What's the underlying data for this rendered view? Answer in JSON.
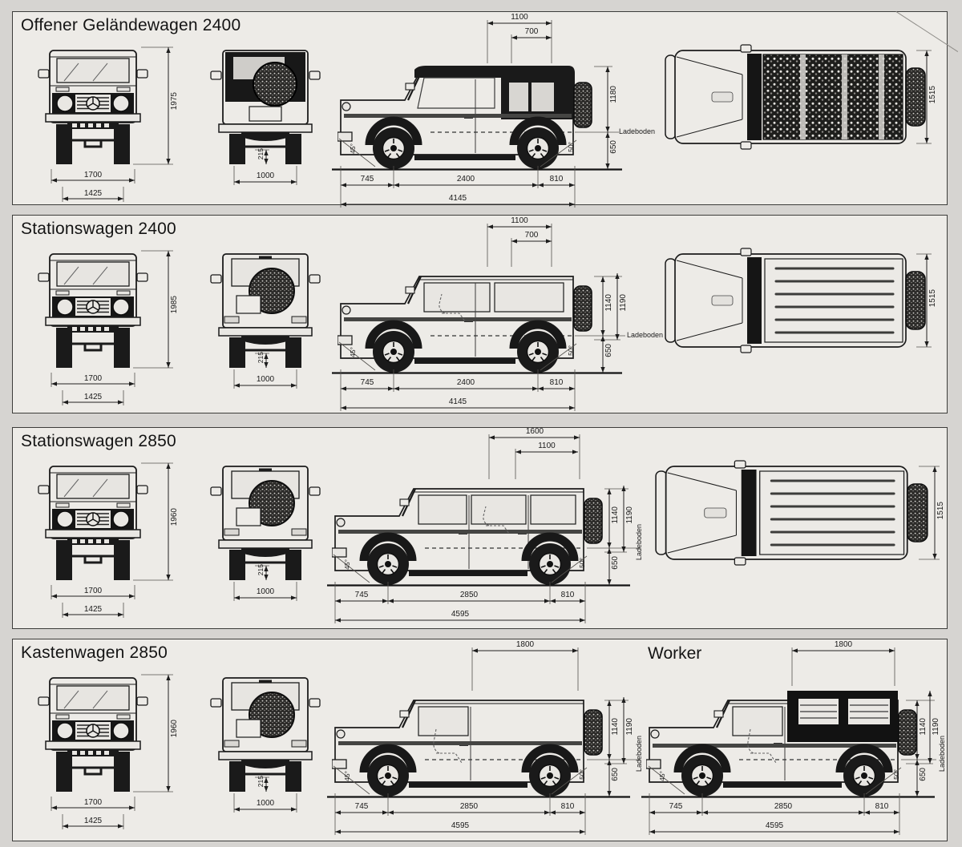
{
  "document": {
    "background": "#d6d4d1",
    "panel_background": "#edebe7",
    "line_color": "#1b1b1b"
  },
  "panels": [
    {
      "title": "Offener Geländewagen 2400",
      "front_view": {
        "overall_height": "1975",
        "track_width": "1700",
        "inner_width": "1425"
      },
      "rear_view": {
        "ground_clearance": "215",
        "track": "1000"
      },
      "side_view": {
        "roof_length_outer": "1100",
        "roof_length_inner": "700",
        "rear_body_height": "1180",
        "ladeboden_label": "Ladeboden",
        "load_floor_height": "650",
        "front_overhang": "745",
        "wheelbase": "2400",
        "rear_overhang": "810",
        "overall_length": "4145",
        "approach_angle": "45°",
        "departure_angle": "50°"
      },
      "top_view": {
        "body_width": "1515"
      }
    },
    {
      "title": "Stationswagen 2400",
      "front_view": {
        "overall_height": "1985",
        "track_width": "1700",
        "inner_width": "1425"
      },
      "rear_view": {
        "ground_clearance": "215",
        "track": "1000"
      },
      "side_view": {
        "roof_length_outer": "1100",
        "roof_length_inner": "700",
        "interior_height": "1140",
        "rear_body_height": "1190",
        "ladeboden_label": "Ladeboden",
        "load_floor_height": "650",
        "front_overhang": "745",
        "wheelbase": "2400",
        "rear_overhang": "810",
        "overall_length": "4145",
        "approach_angle": "45°",
        "departure_angle": "50°"
      },
      "top_view": {
        "body_width": "1515"
      }
    },
    {
      "title": "Stationswagen 2850",
      "front_view": {
        "overall_height": "1960",
        "track_width": "1700",
        "inner_width": "1425"
      },
      "rear_view": {
        "ground_clearance": "215",
        "track": "1000"
      },
      "side_view": {
        "roof_length_outer": "1600",
        "roof_length_inner": "1100",
        "interior_height": "1140",
        "rear_body_height": "1190",
        "ladeboden_label": "Ladeboden",
        "load_floor_height": "650",
        "front_overhang": "745",
        "wheelbase": "2850",
        "rear_overhang": "810",
        "overall_length": "4595",
        "approach_angle": "45°",
        "departure_angle": "50°"
      },
      "top_view": {
        "body_width": "1515"
      }
    },
    {
      "title": "Kastenwagen 2850",
      "front_view": {
        "overall_height": "1960",
        "track_width": "1700",
        "inner_width": "1425"
      },
      "rear_view": {
        "ground_clearance": "215",
        "track": "1000"
      },
      "side_view": {
        "roof_length": "1800",
        "interior_height": "1140",
        "rear_body_height": "1190",
        "ladeboden_label": "Ladeboden",
        "load_floor_height": "650",
        "front_overhang": "745",
        "wheelbase": "2850",
        "rear_overhang": "810",
        "overall_length": "4595",
        "approach_angle": "45°",
        "departure_angle": "50°"
      },
      "worker_view": {
        "label": "Worker",
        "roof_length": "1800",
        "interior_height": "1140",
        "rear_body_height": "1190",
        "ladeboden_label": "Ladeboden",
        "load_floor_height": "650",
        "front_overhang": "745",
        "wheelbase": "2850",
        "rear_overhang": "810",
        "overall_length": "4595",
        "approach_angle": "45°",
        "departure_angle": "50°"
      }
    }
  ]
}
